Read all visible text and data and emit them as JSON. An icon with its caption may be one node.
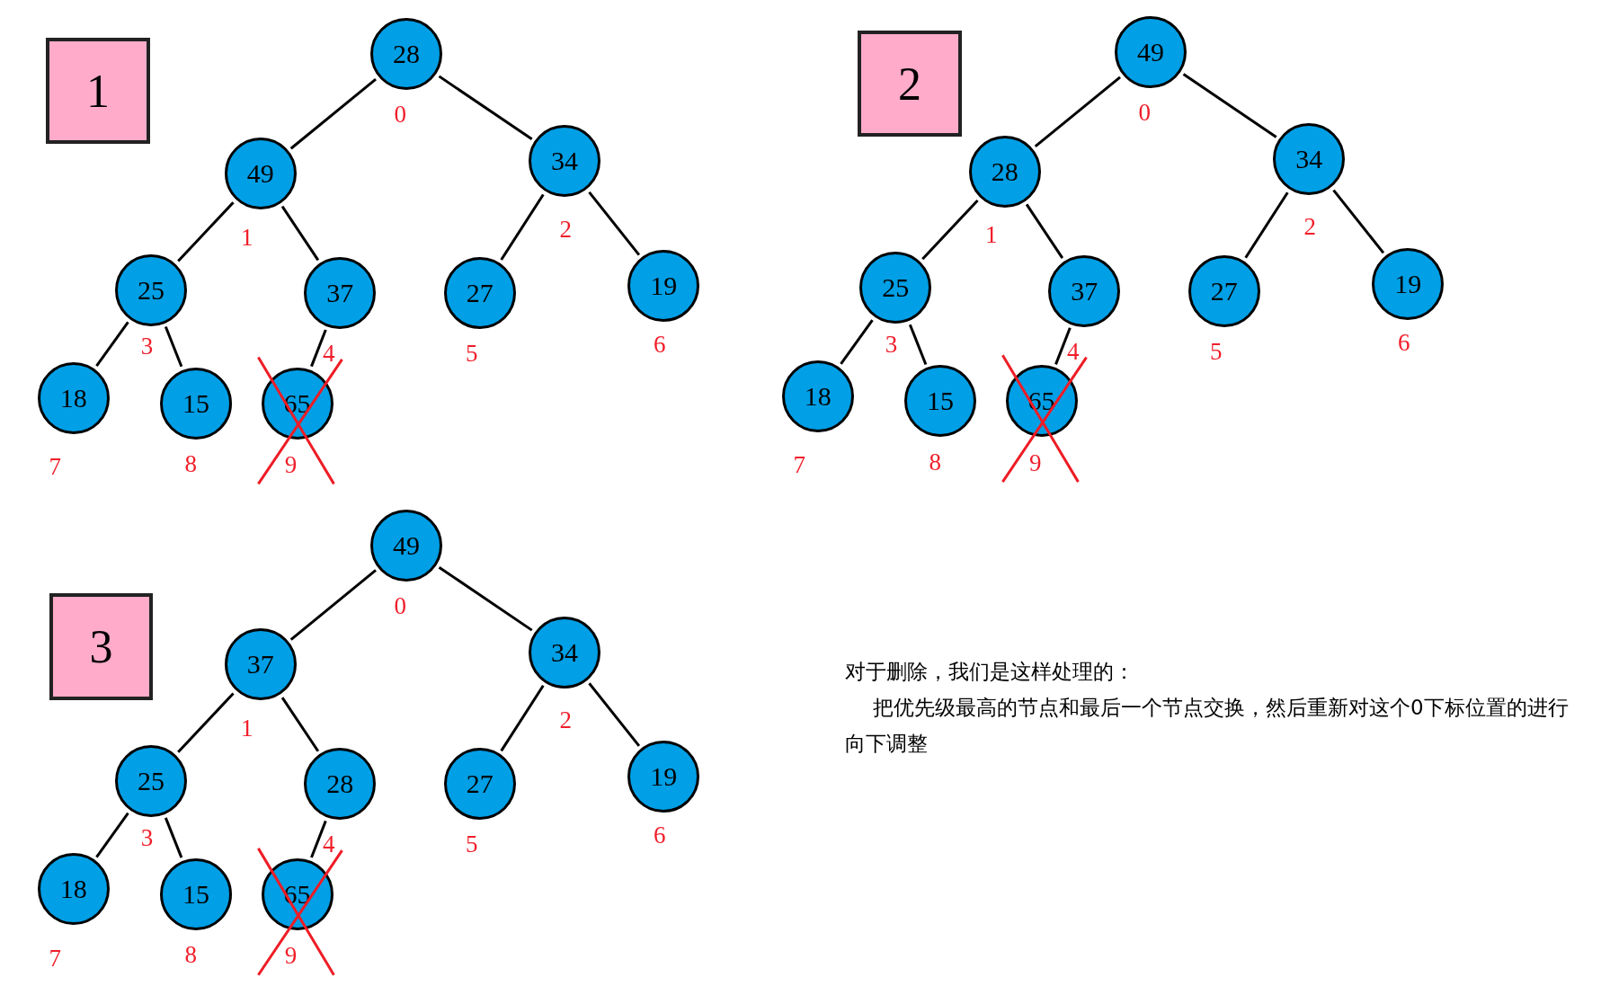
{
  "diagram": {
    "nodes": [
      {
        "text": [
          "1"
        ]
      },
      {
        "text": [
          "28"
        ],
        "beside": [
          "0"
        ]
      },
      {
        "text": [
          "49"
        ],
        "beside": [
          "1"
        ]
      },
      {
        "text": [
          "34"
        ],
        "beside": [
          "2"
        ]
      },
      {
        "text": [
          "25"
        ],
        "beside": [
          "3"
        ]
      },
      {
        "text": [
          "37"
        ],
        "beside": [
          "4"
        ]
      },
      {
        "text": [
          "27"
        ],
        "beside": [
          "5"
        ]
      },
      {
        "text": [
          "19"
        ],
        "beside": [
          "6"
        ]
      },
      {
        "text": [
          "18"
        ],
        "beside": [
          "7"
        ]
      },
      {
        "text": [
          "15"
        ],
        "beside": [
          "8"
        ]
      },
      {
        "text": [
          "65"
        ],
        "beside": [
          "9"
        ]
      },
      {
        "text": [
          "2"
        ]
      },
      {
        "text": [
          "49"
        ],
        "beside": [
          "0"
        ]
      },
      {
        "text": [
          "28"
        ],
        "beside": [
          "1"
        ]
      },
      {
        "text": [
          "34"
        ],
        "beside": [
          "2"
        ]
      },
      {
        "text": [
          "25"
        ],
        "beside": [
          "3"
        ]
      },
      {
        "text": [
          "37"
        ],
        "beside": [
          "4"
        ]
      },
      {
        "text": [
          "27"
        ],
        "beside": [
          "5"
        ]
      },
      {
        "text": [
          "19"
        ],
        "beside": [
          "6"
        ]
      },
      {
        "text": [
          "18"
        ],
        "beside": [
          "7"
        ]
      },
      {
        "text": [
          "15"
        ],
        "beside": [
          "8"
        ]
      },
      {
        "text": [
          "65"
        ],
        "beside": [
          "9"
        ]
      },
      {
        "text": [
          "3"
        ]
      },
      {
        "text": [
          "49"
        ],
        "beside": [
          "0"
        ]
      },
      {
        "text": [
          "37"
        ],
        "beside": [
          "1"
        ]
      },
      {
        "text": [
          "34"
        ],
        "beside": [
          "2"
        ]
      },
      {
        "text": [
          "25"
        ],
        "beside": [
          "3"
        ]
      },
      {
        "text": [
          "28"
        ],
        "beside": [
          "4"
        ]
      },
      {
        "text": [
          "27"
        ],
        "beside": [
          "5"
        ]
      },
      {
        "text": [
          "19"
        ],
        "beside": [
          "6"
        ]
      },
      {
        "text": [
          "18"
        ],
        "beside": [
          "7"
        ]
      },
      {
        "text": [
          "15"
        ],
        "beside": [
          "8"
        ]
      },
      {
        "text": [
          "65"
        ],
        "beside": [
          "9"
        ]
      }
    ],
    "edges": [
      {
        "from": 1,
        "to": 2,
        "arrow": "none"
      },
      {
        "from": 1,
        "to": 3,
        "arrow": "none"
      },
      {
        "from": 2,
        "to": 4,
        "arrow": "none"
      },
      {
        "from": 2,
        "to": 5,
        "arrow": "none"
      },
      {
        "from": 3,
        "to": 6,
        "arrow": "none"
      },
      {
        "from": 3,
        "to": 7,
        "arrow": "none"
      },
      {
        "from": 4,
        "to": 8,
        "arrow": "none"
      },
      {
        "from": 4,
        "to": 9,
        "arrow": "none"
      },
      {
        "from": 5,
        "to": 10,
        "arrow": "none"
      },
      {
        "from": 12,
        "to": 13,
        "arrow": "none"
      },
      {
        "from": 12,
        "to": 14,
        "arrow": "none"
      },
      {
        "from": 13,
        "to": 15,
        "arrow": "none"
      },
      {
        "from": 13,
        "to": 16,
        "arrow": "none"
      },
      {
        "from": 14,
        "to": 17,
        "arrow": "none"
      },
      {
        "from": 14,
        "to": 18,
        "arrow": "none"
      },
      {
        "from": 15,
        "to": 19,
        "arrow": "none"
      },
      {
        "from": 15,
        "to": 20,
        "arrow": "none"
      },
      {
        "from": 16,
        "to": 21,
        "arrow": "none"
      },
      {
        "from": 23,
        "to": 24,
        "arrow": "none"
      },
      {
        "from": 23,
        "to": 25,
        "arrow": "none"
      },
      {
        "from": 24,
        "to": 26,
        "arrow": "none"
      },
      {
        "from": 24,
        "to": 27,
        "arrow": "none"
      },
      {
        "from": 25,
        "to": 28,
        "arrow": "none"
      },
      {
        "from": 25,
        "to": 29,
        "arrow": "none"
      },
      {
        "from": 26,
        "to": 30,
        "arrow": "none"
      },
      {
        "from": 26,
        "to": 31,
        "arrow": "none"
      },
      {
        "from": 27,
        "to": 32,
        "arrow": "none"
      }
    ],
    "labels": [
      "对于删除，我们是这样处理的：",
      "把优先级最高的节点和最后一个节点交换，然后重新对这个0下标位置的进行向下调整"
    ]
  }
}
